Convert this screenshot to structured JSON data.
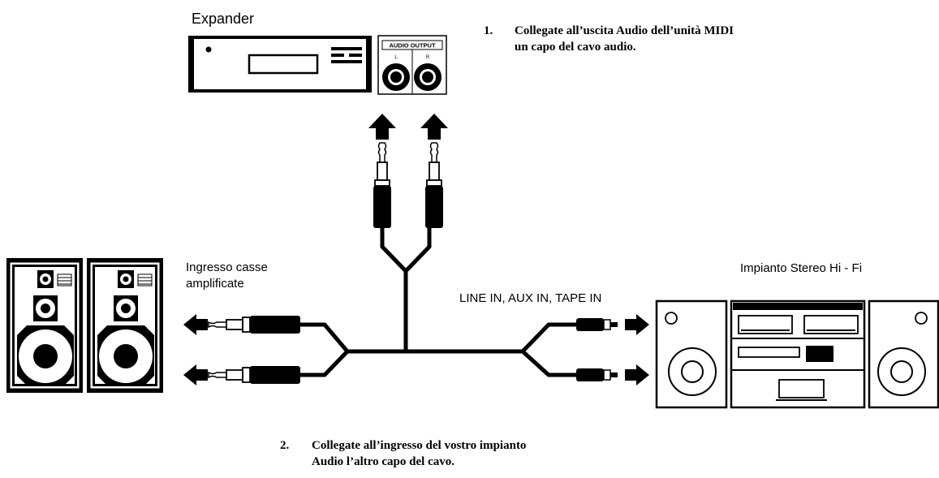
{
  "labels": {
    "expander": "Expander",
    "audio_output": "AUDIO OUTPUT",
    "jack_left": "L",
    "jack_right": "R",
    "speakers": [
      "Ingresso casse",
      "amplificate"
    ],
    "stereo": "Impianto Stereo Hi - Fi",
    "inputs": "LINE IN, AUX IN, TAPE IN"
  },
  "steps": [
    {
      "number": "1.",
      "lines": [
        "Collegate all’uscita Audio dell’unità MIDI",
        "un capo del cavo audio."
      ]
    },
    {
      "number": "2.",
      "lines": [
        "Collegate all’ingresso del vostro impianto",
        "Audio l’altro capo del cavo."
      ]
    }
  ]
}
